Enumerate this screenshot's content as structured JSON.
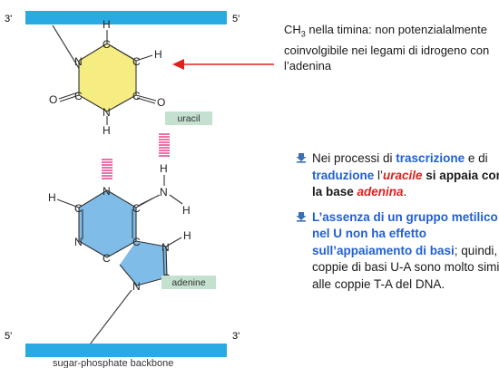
{
  "strand_top": {
    "left_end": "3'",
    "right_end": "5'"
  },
  "strand_bottom": {
    "left_end": "5'",
    "right_end": "3'"
  },
  "backbone_label": "sugar-phosphate backbone",
  "uracil_label": "uracil",
  "adenine_label": "adenine",
  "atoms": {
    "H": "H",
    "C": "C",
    "N": "N",
    "O": "O"
  },
  "caption": {
    "ch3": "CH",
    "sub": "3",
    "text": " nella timina: non potenzialalmente coinvolgibile nei legami di idrogeno con l’adenina"
  },
  "bullet1": {
    "a": "Nei processi di ",
    "b": "trascrizione",
    "c": " e di ",
    "d": "traduzione",
    "e": " l’",
    "f": "uracile",
    "g": " si appaia con la base ",
    "h": "adenina",
    "i": "."
  },
  "bullet2": {
    "a": "L’assenza di un gruppo metilico nel U non ha effetto sull’appaiamento di basi",
    "b": "; quindi, le coppie di basi U-A sono molto simili alle coppie T-A del DNA."
  },
  "colors": {
    "backbone": "#29abe2",
    "uracil_ring": "#f5ed82",
    "adenine_ring": "#7fbde8",
    "label_box": "#c4e0cf",
    "hbond": "#e0267a",
    "arrow": "#e0201b",
    "bullet_icon": "#3a6fb0"
  }
}
